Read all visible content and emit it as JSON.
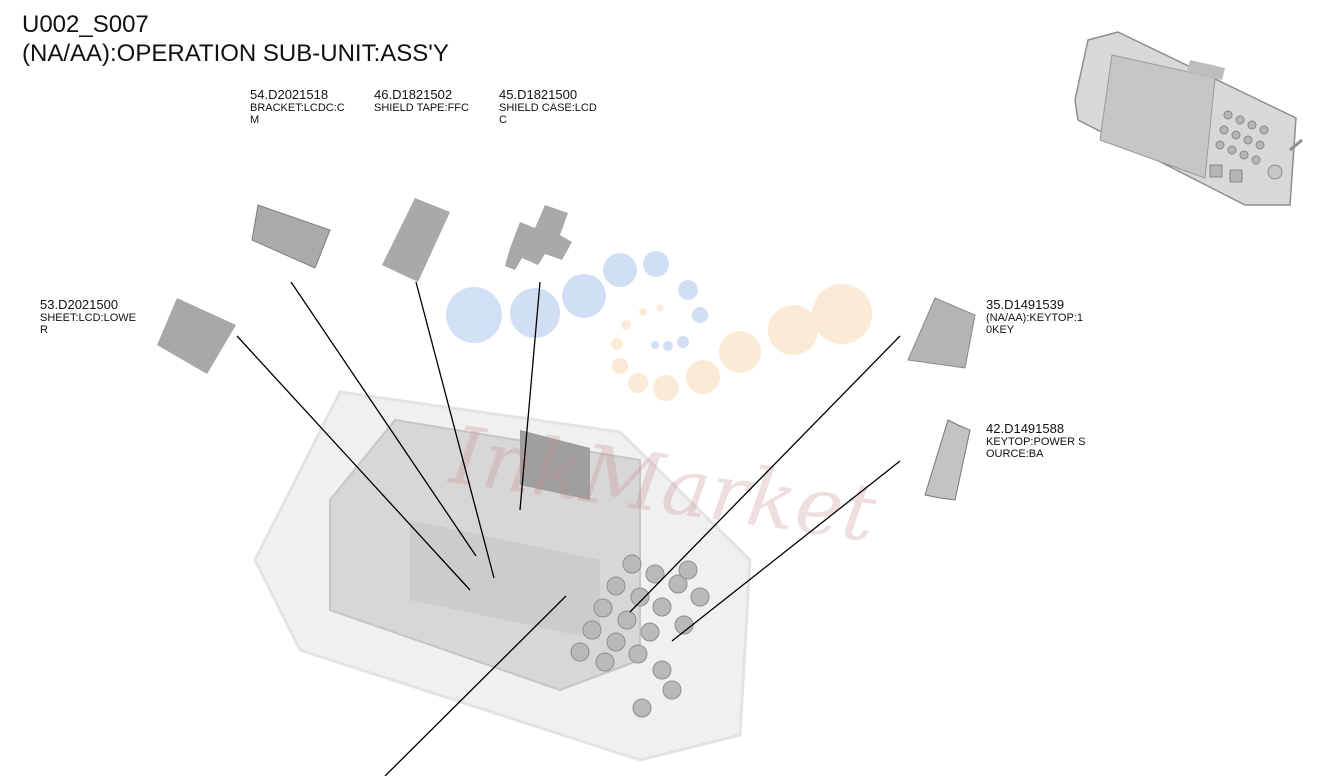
{
  "header": {
    "code": "U002_S007",
    "title": "(NA/AA):OPERATION SUB-UNIT:ASS'Y"
  },
  "watermark": {
    "text": "InkMarket"
  },
  "parts": [
    {
      "key": "p54",
      "number": "54.D2021518",
      "desc": "BRACKET:LCDC:C",
      "desc2": "M"
    },
    {
      "key": "p46",
      "number": "46.D1821502",
      "desc": "SHIELD TAPE:FFC",
      "desc2": ""
    },
    {
      "key": "p45",
      "number": "45.D1821500",
      "desc": "SHIELD CASE:LCD",
      "desc2": "C"
    },
    {
      "key": "p53",
      "number": "53.D2021500",
      "desc": "SHEET:LCD:LOWE",
      "desc2": "R"
    },
    {
      "key": "p35",
      "number": "35.D1491539",
      "desc": "(NA/AA):KEYTOP:1",
      "desc2": "0KEY"
    },
    {
      "key": "p42",
      "number": "42.D1491588",
      "desc": "KEYTOP:POWER S",
      "desc2": "OURCE:BA"
    }
  ],
  "colors": {
    "part_fill": "#a9a9a9",
    "assembly": "#d0d0d0",
    "leader": "#000000"
  }
}
